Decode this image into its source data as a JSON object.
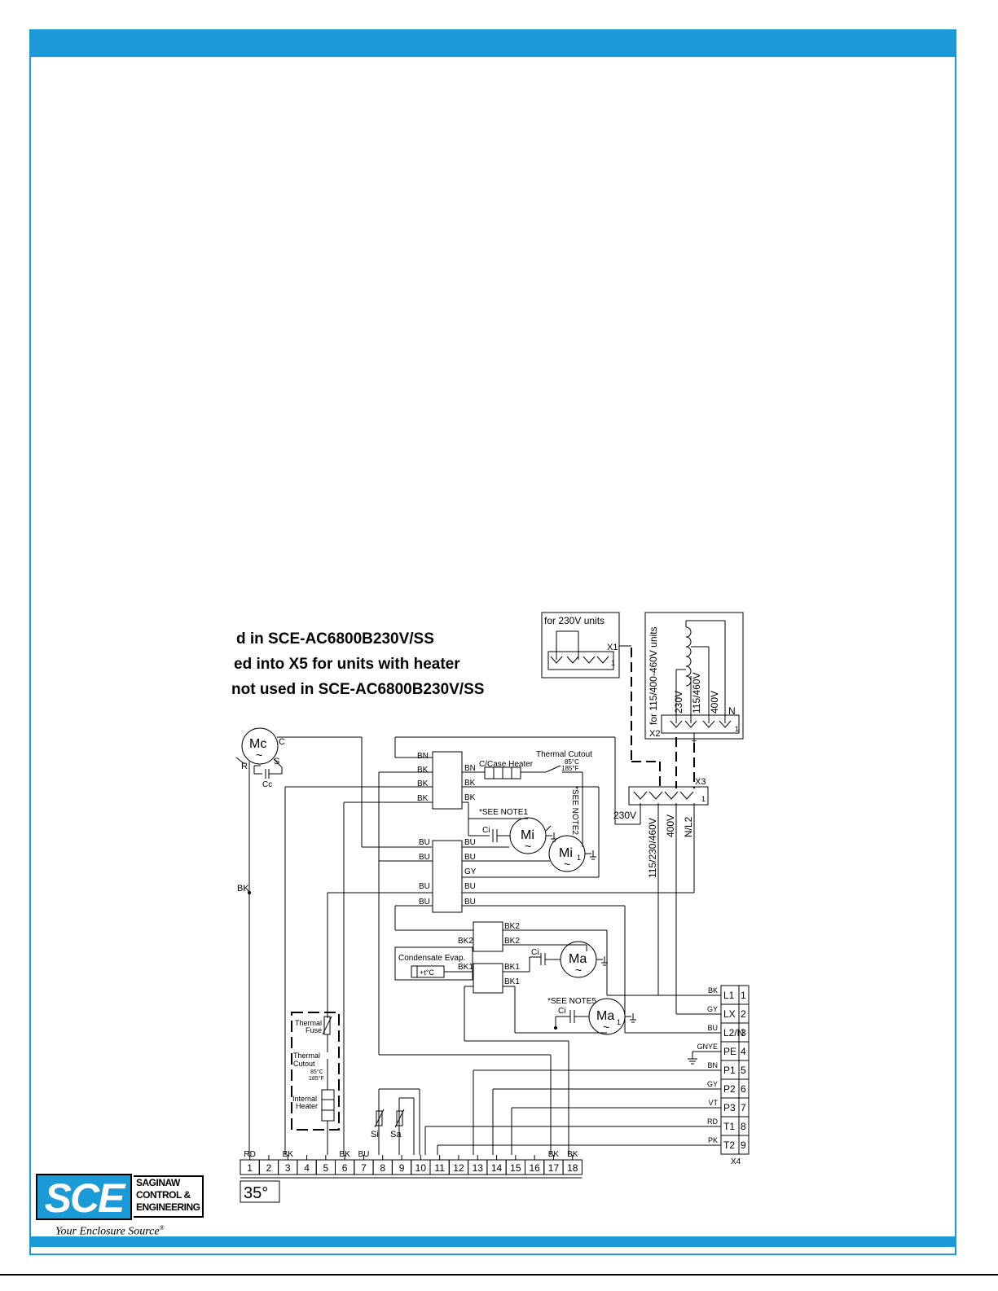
{
  "notes": [
    "d in SCE-AC6800B230V/SS",
    "ed into X5 for units with heater",
    "not used in SCE-AC6800B230V/SS"
  ],
  "x1_box": {
    "title": "for 230V units",
    "label": "X1",
    "pin": "1"
  },
  "x2_box": {
    "title": "for 115/400-460V units",
    "label": "X2",
    "pin": "1",
    "taps": [
      "230V",
      "115/460V",
      "400V",
      "N"
    ],
    "t_label": "T"
  },
  "x3_box": {
    "label": "X3",
    "pin": "1",
    "wires": [
      "230V",
      "115/230/460V",
      "400V",
      "N/L2"
    ]
  },
  "motor_mc": {
    "label": "Mc",
    "c": "C",
    "r": "R",
    "s": "S",
    "cap": "Cc",
    "wire": "BK"
  },
  "relay1": {
    "left": [
      "BN",
      "BK",
      "BK",
      "BK"
    ],
    "right": [
      "BN",
      "BK",
      "BK"
    ]
  },
  "case_heater": "C/Case Heater",
  "thermal_cutout_top": {
    "label": "Thermal Cutout",
    "c": "85°C",
    "f": "185°F"
  },
  "see_note1": "*SEE NOTE1",
  "see_note2": "*SEE NOTE2",
  "motor_mi": {
    "label": "Mi",
    "cap": "Ci"
  },
  "motor_mi1": {
    "label": "Mi",
    "sub": "1"
  },
  "relay2": {
    "left": [
      "BU",
      "BU",
      "BU",
      "BU"
    ],
    "right": [
      "BU",
      "BU",
      "GY",
      "BU",
      "BU"
    ]
  },
  "relay3": {
    "left": "BK2",
    "right": [
      "BK2",
      "BK2"
    ]
  },
  "condensate": {
    "label": "Condensate Evap.",
    "t": "+t°C",
    "in": "BK1"
  },
  "relay4": {
    "right": [
      "BK1",
      "BK1"
    ]
  },
  "motor_ma": {
    "label": "Ma",
    "cap": "Ci"
  },
  "see_note5": "*SEE NOTE5",
  "motor_ma1": {
    "label": "Ma",
    "sub": "1",
    "cap": "Ci"
  },
  "heater_box": {
    "fuse": [
      "Thermal",
      "Fuse"
    ],
    "cutout": [
      "Thermal",
      "Cutout"
    ],
    "c": "85°C",
    "f": "185°F",
    "heater": [
      "Internal",
      "Heater"
    ]
  },
  "sensors": [
    "Si",
    "Sa"
  ],
  "x4": {
    "label": "X4",
    "rows": [
      {
        "wire": "BK",
        "term": "L1",
        "num": "1"
      },
      {
        "wire": "GY",
        "term": "LX",
        "num": "2"
      },
      {
        "wire": "BU",
        "term": "L2/N",
        "num": "3"
      },
      {
        "wire": "GNYE",
        "term": "PE",
        "num": "4"
      },
      {
        "wire": "BN",
        "term": "P1",
        "num": "5"
      },
      {
        "wire": "GY",
        "term": "P2",
        "num": "6"
      },
      {
        "wire": "VT",
        "term": "P3",
        "num": "7"
      },
      {
        "wire": "RD",
        "term": "T1",
        "num": "8"
      },
      {
        "wire": "PK",
        "term": "T2",
        "num": "9"
      }
    ]
  },
  "terminal_strip": {
    "numbers": [
      "1",
      "2",
      "3",
      "4",
      "5",
      "6",
      "7",
      "8",
      "9",
      "10",
      "11",
      "12",
      "13",
      "14",
      "15",
      "16",
      "17",
      "18"
    ],
    "wire_labels": [
      {
        "pos": 1,
        "label": "RD"
      },
      {
        "pos": 3,
        "label": "BK"
      },
      {
        "pos": 6,
        "label": "BK"
      },
      {
        "pos": 7,
        "label": "BU"
      },
      {
        "pos": 17,
        "label": "BK"
      },
      {
        "pos": 18,
        "label": "BK"
      }
    ],
    "setting": "35°"
  },
  "logo": {
    "mark": "SCE",
    "name": [
      "SAGINAW",
      "CONTROL &",
      "ENGINEERING"
    ],
    "tagline": "Your Enclosure Source",
    "reg": "®"
  }
}
